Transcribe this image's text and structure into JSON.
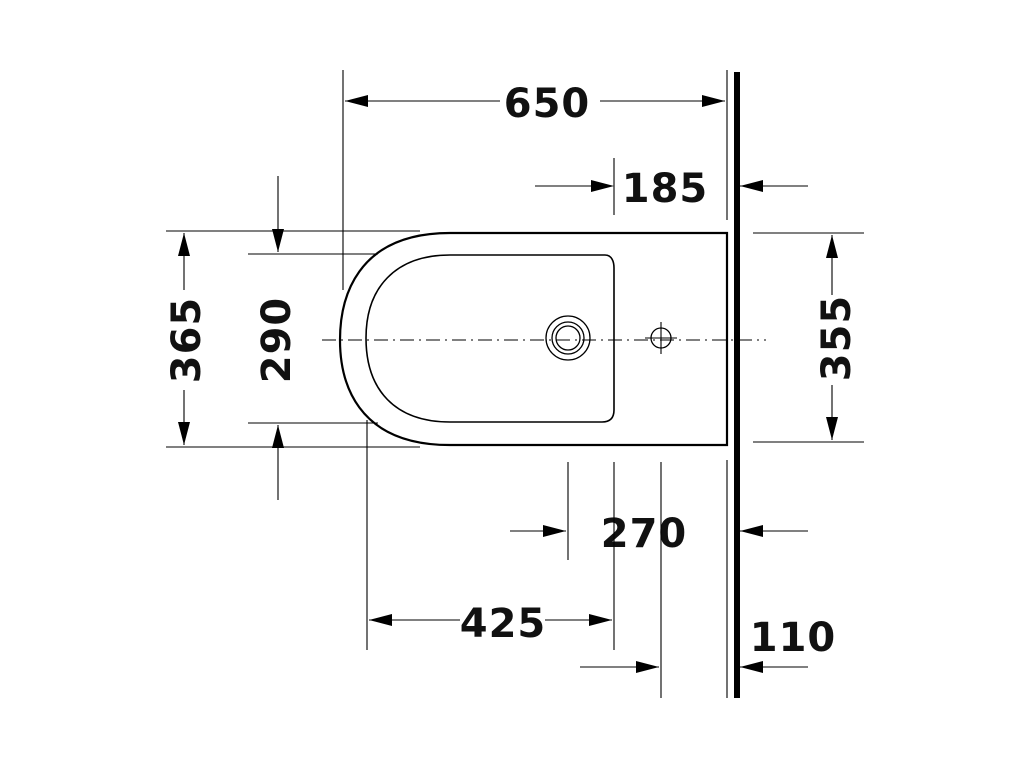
{
  "dimensions": {
    "overall_length": "650",
    "tap_hole_from_wall": "185",
    "outer_width": "365",
    "inner_width": "290",
    "back_width": "355",
    "fixing_distance": "270",
    "waste_from_front": "425",
    "waste_from_wall": "110"
  }
}
